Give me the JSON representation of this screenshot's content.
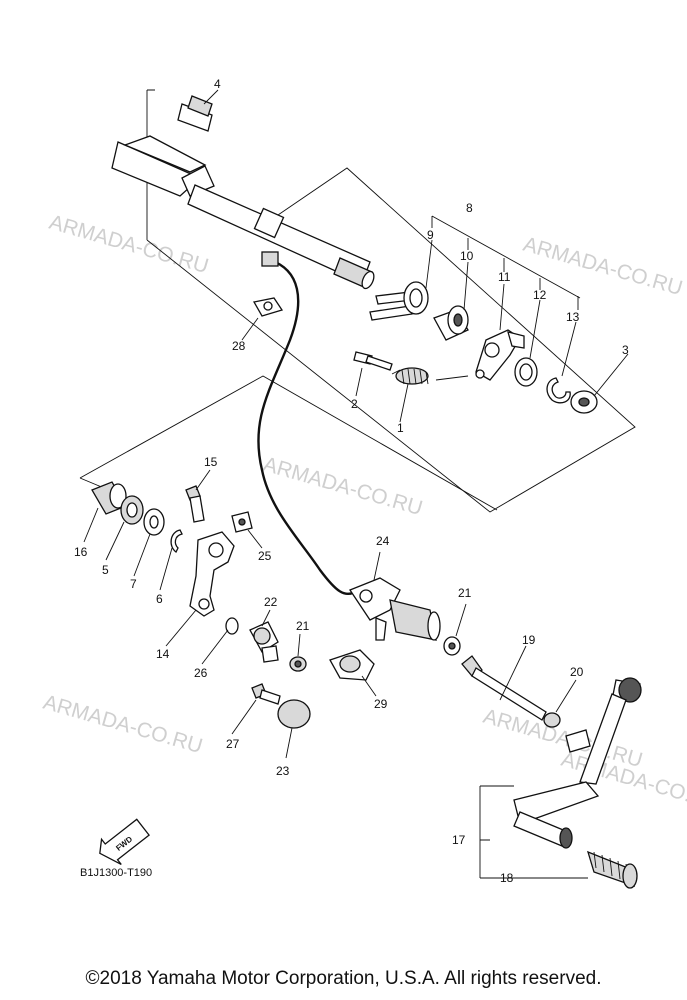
{
  "watermarks": [
    "ARMADA-CO.RU",
    "ARMADA-CO.RU",
    "ARMADA-CO.RU",
    "ARMADA-CO.RU",
    "ARMADA-CO.RU",
    "ARMADA-CO.RU"
  ],
  "part_numbers": [
    "1",
    "2",
    "3",
    "4",
    "5",
    "6",
    "7",
    "8",
    "9",
    "10",
    "11",
    "12",
    "13",
    "14",
    "15",
    "16",
    "17",
    "18",
    "19",
    "20",
    "21",
    "21",
    "22",
    "23",
    "24",
    "25",
    "26",
    "27",
    "28",
    "29"
  ],
  "fwd_label": "FWD",
  "diagram_code": "B1J1300-T190",
  "copyright": "©2018 Yamaha Motor Corporation, U.S.A. All rights reserved."
}
